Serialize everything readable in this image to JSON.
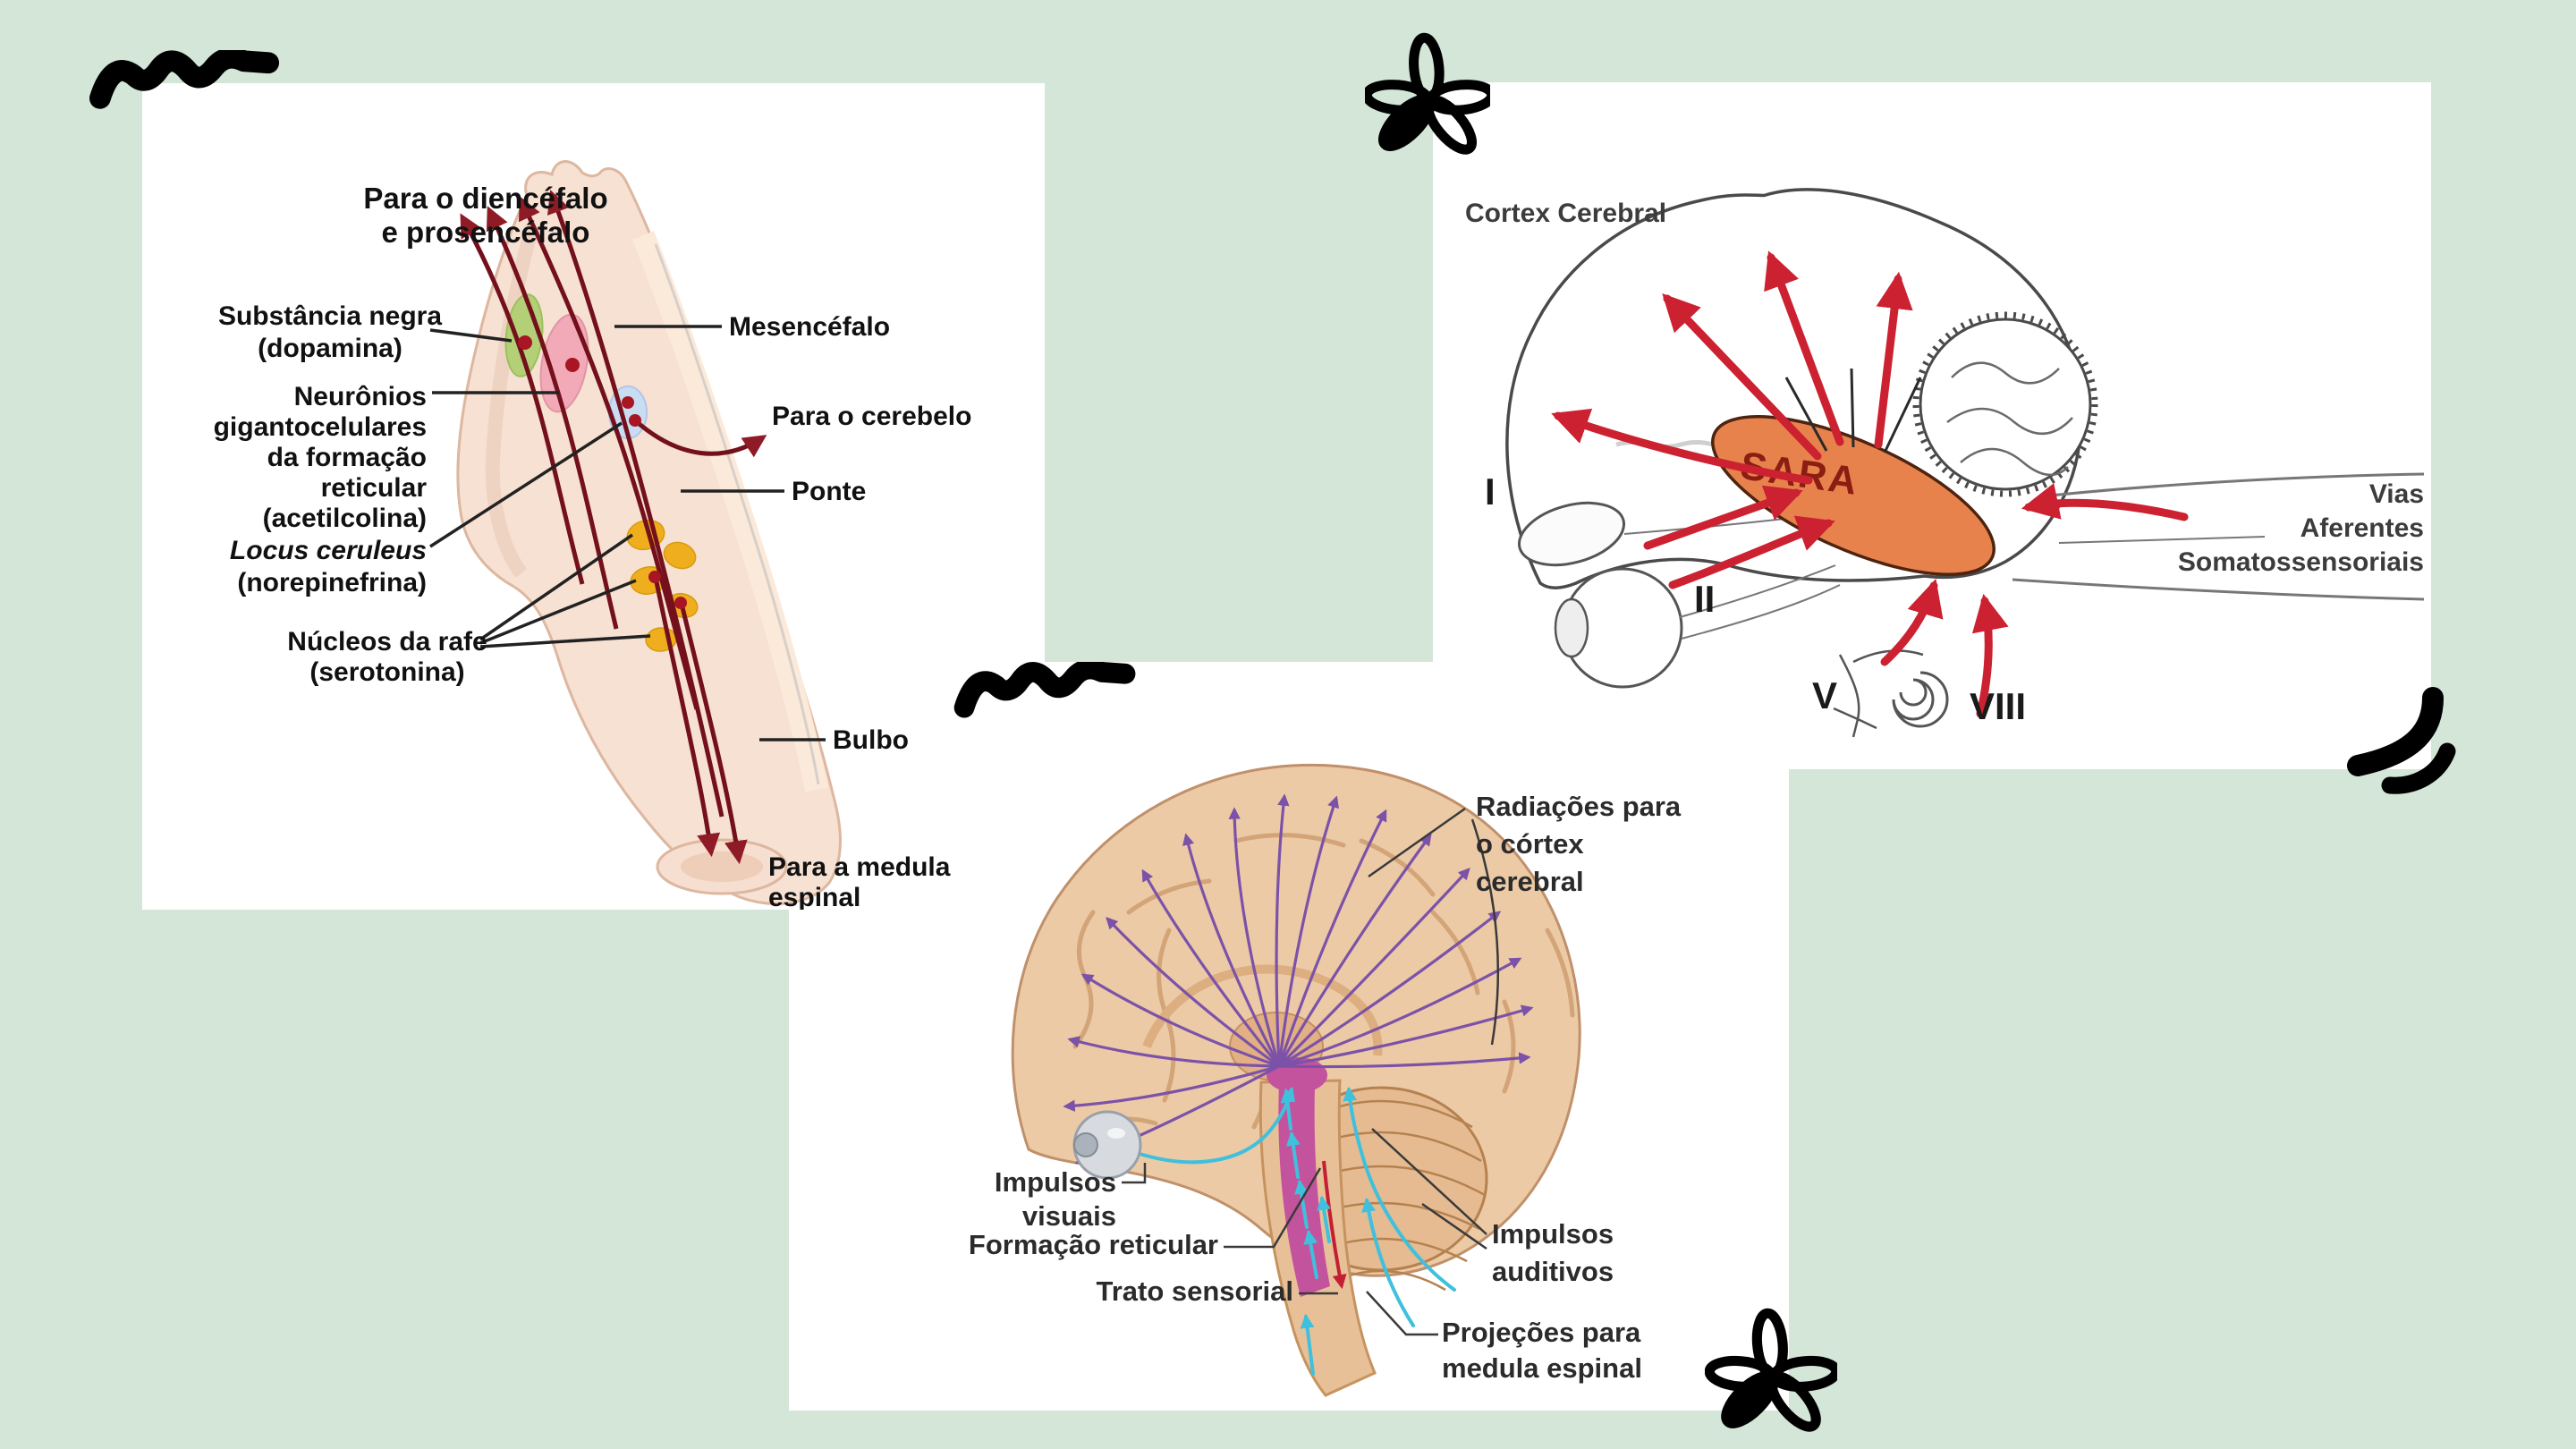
{
  "slide": {
    "background_color": "#d3e6d8",
    "doodle_color": "#000000",
    "panel_color": "#ffffff"
  },
  "brainstem_panel": {
    "colors": {
      "tract_arrow": "#74101c",
      "flesh": "#f6e1d2",
      "substantia_green": "#b4d077",
      "giganto_pink": "#f2aab8",
      "locus_blue": "#c9ddf2",
      "raphe_yellow": "#efae1d",
      "nucleus_dot_red": "#a81523"
    },
    "labels": {
      "to_diencephalon_line1": "Para o diencéfalo",
      "to_diencephalon_line2": "e prosencéfalo",
      "substantia_line1": "Substância negra",
      "substantia_line2": "(dopamina)",
      "giganto_line1": "Neurônios",
      "giganto_line2": "gigantocelulares",
      "giganto_line3": "da formação",
      "giganto_line4": "reticular",
      "giganto_line5": "(acetilcolina)",
      "locus_line1": "Locus ceruleus",
      "locus_line2": "(norepinefrina)",
      "raphe_line1": "Núcleos da rafe",
      "raphe_line2": "(serotonina)",
      "mesencephalon": "Mesencéfalo",
      "to_cerebellum": "Para o cerebelo",
      "pons": "Ponte",
      "medulla": "Bulbo",
      "to_spinal_line1": "Para a medula",
      "to_spinal_line2": "espinal"
    }
  },
  "sara_panel": {
    "colors": {
      "sara_fill": "#e8824d",
      "sara_text": "#8c1d12",
      "arrow_red": "#cc2130",
      "sketch_gray": "#4a4a4a"
    },
    "labels": {
      "cortex": "Cortex Cerebral",
      "sara": "SARA",
      "vias_line1": "Vias",
      "vias_line2": "Aferentes",
      "vias_line3": "Somatossensoriais",
      "cranial_i": "I",
      "cranial_ii": "II",
      "cranial_v": "V",
      "cranial_viii": "VIII"
    }
  },
  "reticular_panel": {
    "colors": {
      "brain_fill": "#eccaa6",
      "cerebellum_fill": "#e6bb92",
      "radiation_purple": "#7c52a8",
      "impulse_cyan": "#3fc0dc",
      "reticular_magenta": "#c4539e",
      "spinal_red": "#c32033"
    },
    "labels": {
      "radiations_line1": "Radiações para",
      "radiations_line2": "o córtex",
      "radiations_line3": "cerebral",
      "visual_line1": "Impulsos",
      "visual_line2": "visuais",
      "reticular_formation": "Formação reticular",
      "sensory_tract": "Trato sensorial",
      "auditory_line1": "Impulsos",
      "auditory_line2": "auditivos",
      "spinal_line1": "Projeções para",
      "spinal_line2": "medula espinal"
    }
  }
}
